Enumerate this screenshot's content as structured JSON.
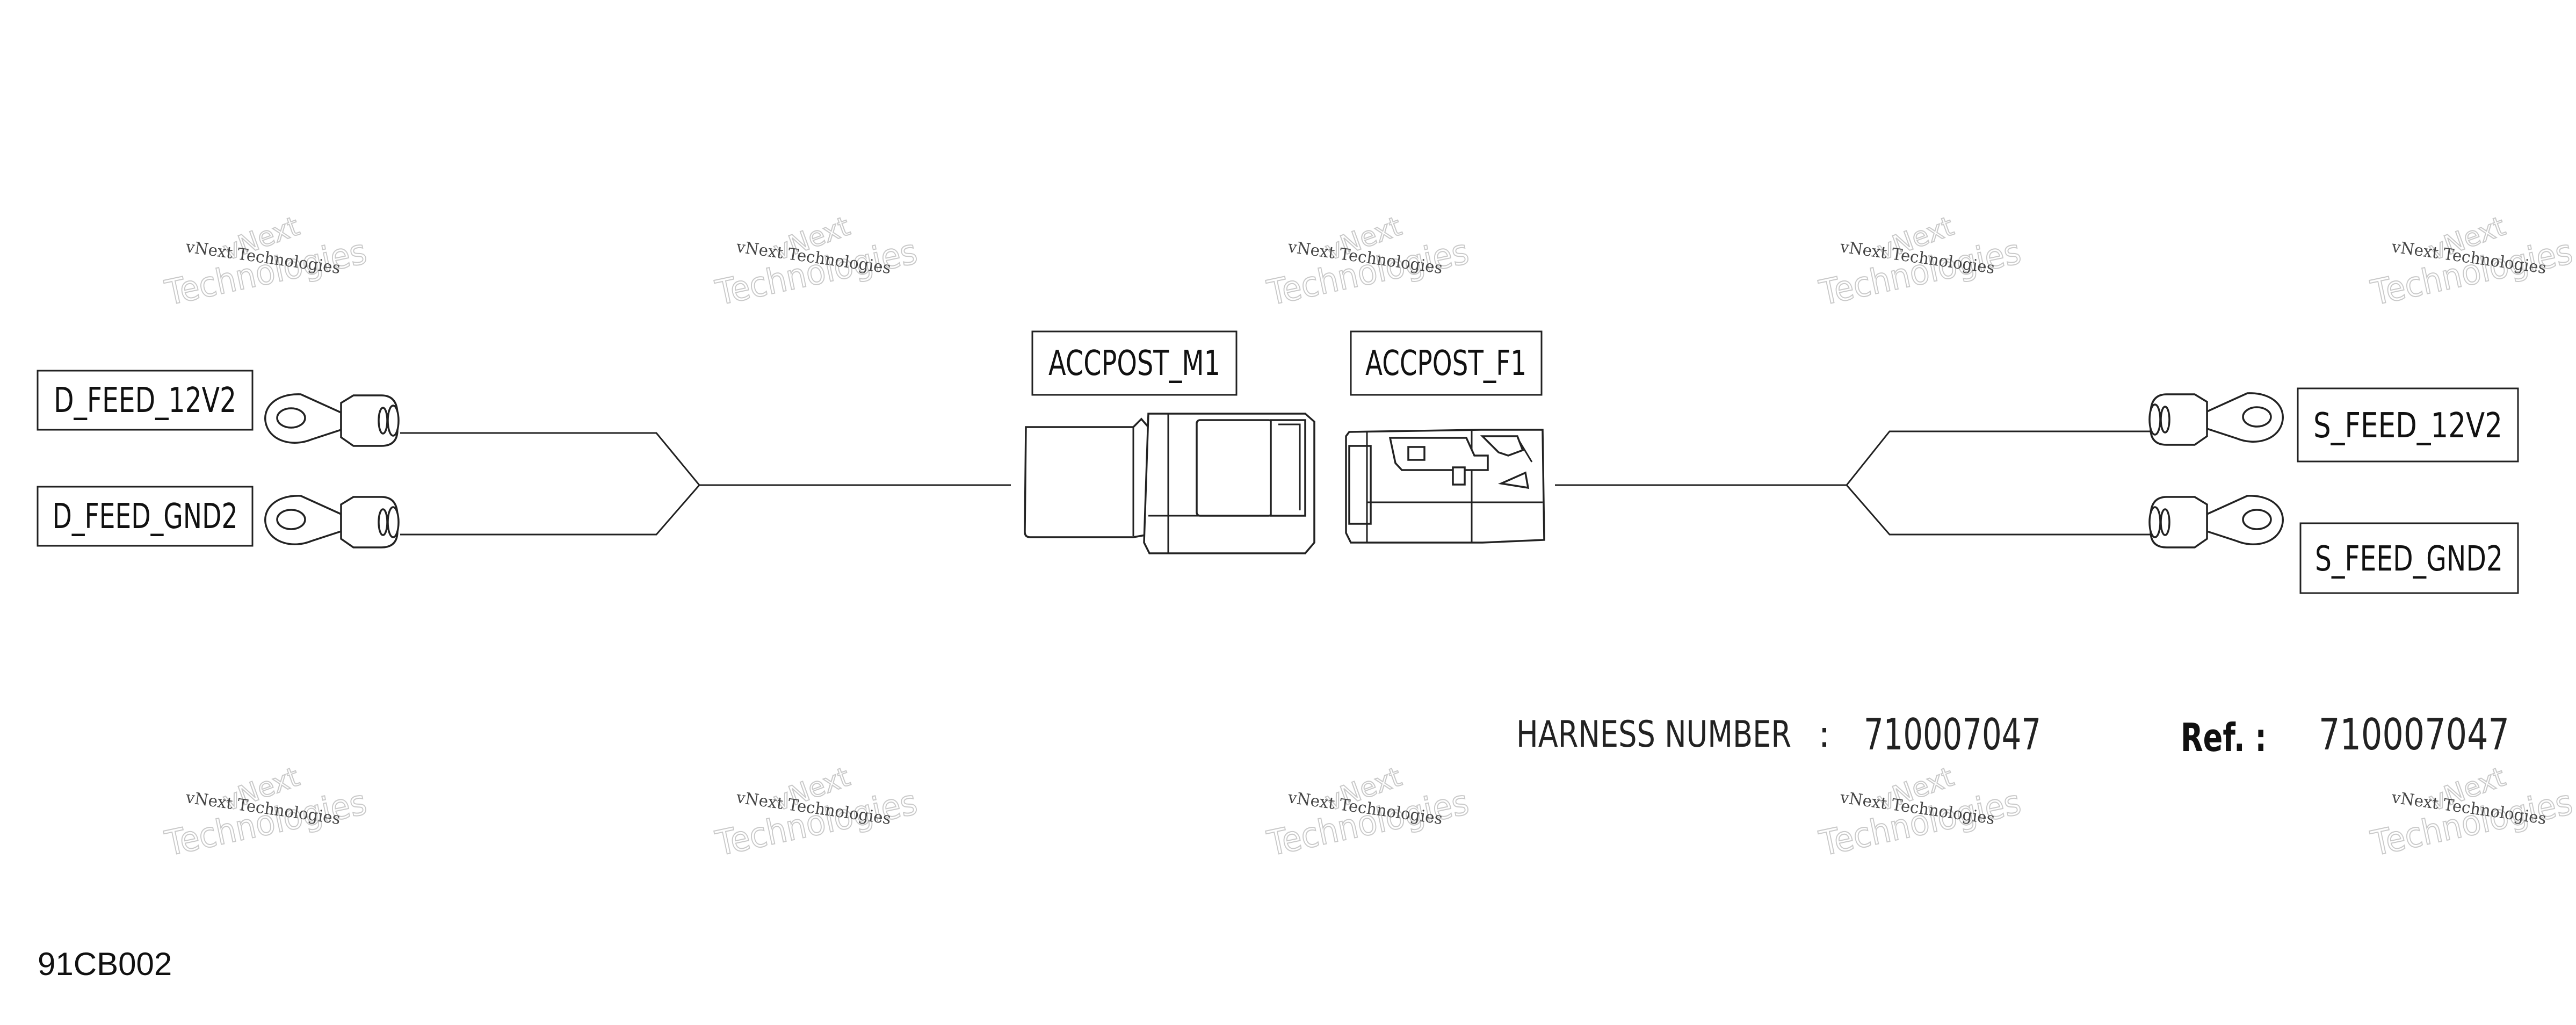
{
  "watermark": {
    "line1": "vNext",
    "line2": "vNext Technologies",
    "line3": "Technologies"
  },
  "labels": {
    "d_feed_12v2": "D_FEED_12V2",
    "d_feed_gnd2": "D_FEED_GND2",
    "accpost_m1": "ACCPOST_M1",
    "accpost_f1": "ACCPOST_F1",
    "s_feed_12v2": "S_FEED_12V2",
    "s_feed_gnd2": "S_FEED_GND2"
  },
  "harness": {
    "label": "HARNESS NUMBER",
    "colon": ":",
    "number": "710007047"
  },
  "ref": {
    "label": "Ref. :",
    "number": "710007047"
  },
  "diagram_code": "91CB002"
}
